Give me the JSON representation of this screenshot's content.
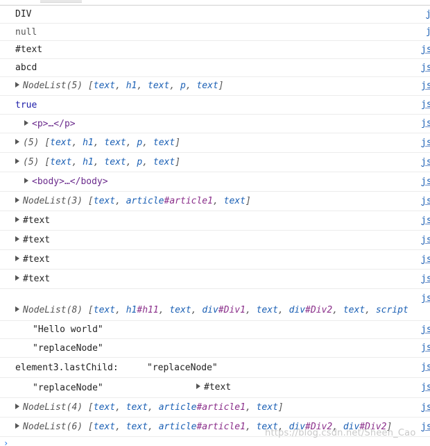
{
  "console": {
    "source_label": "js",
    "watermark": "https://blog.csdn.net/Sheen_Cao",
    "prompt_symbol": "›",
    "rows": [
      {
        "value": "DIV",
        "source": "j"
      },
      {
        "value": "null",
        "source": "j"
      },
      {
        "value": "#text",
        "source": "js"
      },
      {
        "value": "abcd",
        "source": "js"
      },
      {
        "label": "NodeList(5)",
        "open": "[",
        "items": [
          "text",
          "h1",
          "text",
          "p",
          "text"
        ],
        "close": "]",
        "source": "js"
      },
      {
        "value": "true",
        "source": "js"
      },
      {
        "element": "<p>…</p>",
        "source": "js"
      },
      {
        "label": "(5)",
        "open": "[",
        "items": [
          "text",
          "h1",
          "text",
          "p",
          "text"
        ],
        "close": "]",
        "source": "js"
      },
      {
        "label": "(5)",
        "open": "[",
        "items": [
          "text",
          "h1",
          "text",
          "p",
          "text"
        ],
        "close": "]",
        "source": "js"
      },
      {
        "element": "<body>…</body>",
        "source": "js"
      },
      {
        "label": "NodeList(3)",
        "open": "[",
        "items": [
          "text",
          "article",
          "text"
        ],
        "item_ids": [
          "",
          "#article1",
          ""
        ],
        "close": "]",
        "source": "js"
      },
      {
        "value": "#text",
        "source": "js"
      },
      {
        "value": "#text",
        "source": "js"
      },
      {
        "value": "#text",
        "source": "js"
      },
      {
        "value": "#text",
        "source": "js"
      },
      {
        "label": "NodeList(8)",
        "open": "[",
        "items": [
          "text",
          "h1",
          "text",
          "div",
          "text",
          "div",
          "text",
          "script"
        ],
        "item_ids": [
          "",
          "#h11",
          "",
          "#Div1",
          "",
          "#Div2",
          "",
          ""
        ],
        "source": "js"
      },
      {
        "value": "\"Hello world\"",
        "source": "js"
      },
      {
        "value": "\"replaceNode\"",
        "source": "js"
      },
      {
        "label": "element3.lastChild:",
        "value": "\"replaceNode\"",
        "source": "js"
      },
      {
        "value": "\"replaceNode\"",
        "extra": "#text",
        "source": "js"
      },
      {
        "label": "NodeList(4)",
        "open": "[",
        "items": [
          "text",
          "text",
          "article",
          "text"
        ],
        "item_ids": [
          "",
          "",
          "#article1",
          ""
        ],
        "close": "]",
        "source": "js"
      },
      {
        "label": "NodeList(6)",
        "open": "[",
        "items": [
          "text",
          "text",
          "article",
          "text",
          "div",
          "div"
        ],
        "item_ids": [
          "",
          "",
          "#article1",
          "",
          "#Div2",
          "#Div2"
        ],
        "close": "]",
        "source": "js"
      }
    ]
  }
}
